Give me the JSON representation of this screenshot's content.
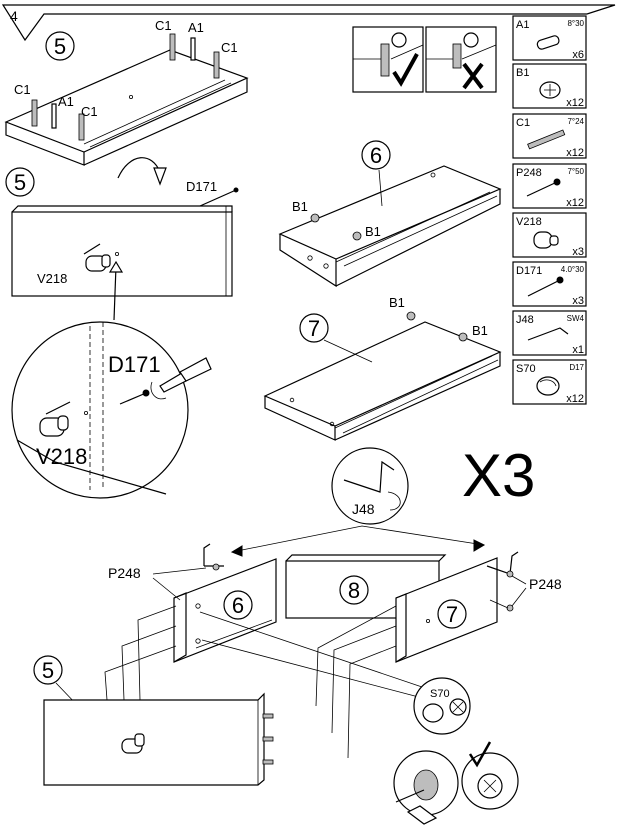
{
  "step": {
    "number": "4"
  },
  "panels": {
    "p5": "5",
    "p6": "6",
    "p7": "7",
    "p8": "8"
  },
  "callouts": {
    "c1": "C1",
    "a1": "A1",
    "b1": "B1",
    "d171": "D171",
    "v218": "V218",
    "j48": "J48",
    "p248": "P248",
    "s70": "S70"
  },
  "multiplier": "X3",
  "check_icons": {
    "correct": "check-icon",
    "wrong": "cross-icon"
  },
  "parts": [
    {
      "code": "A1",
      "spec": "8°30",
      "qty": "x6",
      "icon": "dowel-icon"
    },
    {
      "code": "B1",
      "spec": "",
      "qty": "x12",
      "icon": "cam-lock-icon"
    },
    {
      "code": "C1",
      "spec": "7°24",
      "qty": "x12",
      "icon": "cam-bolt-icon"
    },
    {
      "code": "P248",
      "spec": "7°50",
      "qty": "x12",
      "icon": "screw-icon"
    },
    {
      "code": "V218",
      "spec": "",
      "qty": "x3",
      "icon": "knob-icon"
    },
    {
      "code": "D171",
      "spec": "4.0°30",
      "qty": "x3",
      "icon": "screw-icon"
    },
    {
      "code": "J48",
      "spec": "SW4",
      "qty": "x1",
      "icon": "allen-key-icon"
    },
    {
      "code": "S70",
      "spec": "D17",
      "qty": "x12",
      "icon": "cap-icon"
    }
  ]
}
